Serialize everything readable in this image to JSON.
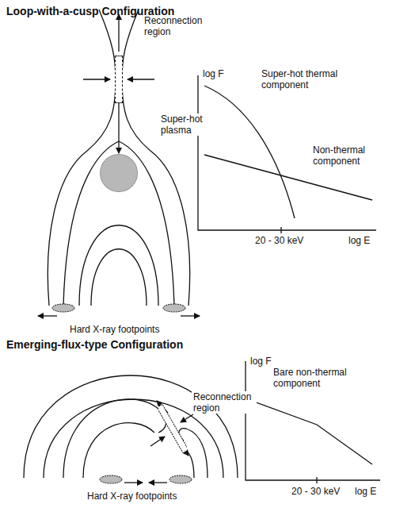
{
  "diagram": {
    "nodes": [
      {
        "text": [
          "Reconnection region"
        ]
      },
      {
        "text": [
          "Super-hot plasma"
        ]
      },
      {
        "text": [
          "Reconnection region"
        ]
      }
    ],
    "edges": [
      {
        "from": 0,
        "to": 1,
        "arrow": "to"
      }
    ],
    "labels": [
      "Loop-with-a-cusp Configuration",
      "log F",
      "Super-hot thermal component",
      "Non-thermal component",
      "20 - 30 keV",
      "log E",
      "Hard X-ray footpoints",
      "Emerging-flux-type Configuration",
      "log F",
      "Bare non-thermal component",
      "20 - 30 keV",
      "log E",
      "Hard X-ray footpoints"
    ]
  }
}
